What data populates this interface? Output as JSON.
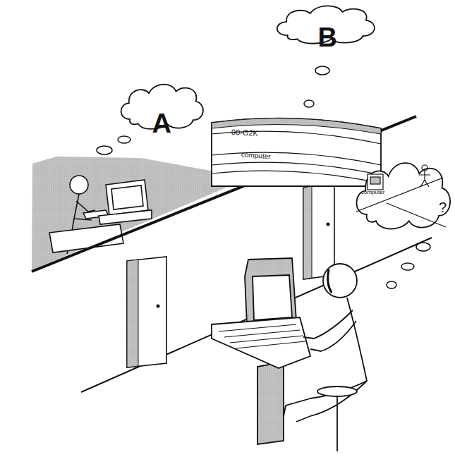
{
  "diagram": {
    "nodes": [
      {
        "text": [
          "A"
        ]
      },
      {
        "text": [
          "B"
        ]
      },
      {
        "text": [
          "00-G2K",
          "computer"
        ]
      },
      {
        "text": [
          "computer",
          "?"
        ]
      }
    ]
  }
}
